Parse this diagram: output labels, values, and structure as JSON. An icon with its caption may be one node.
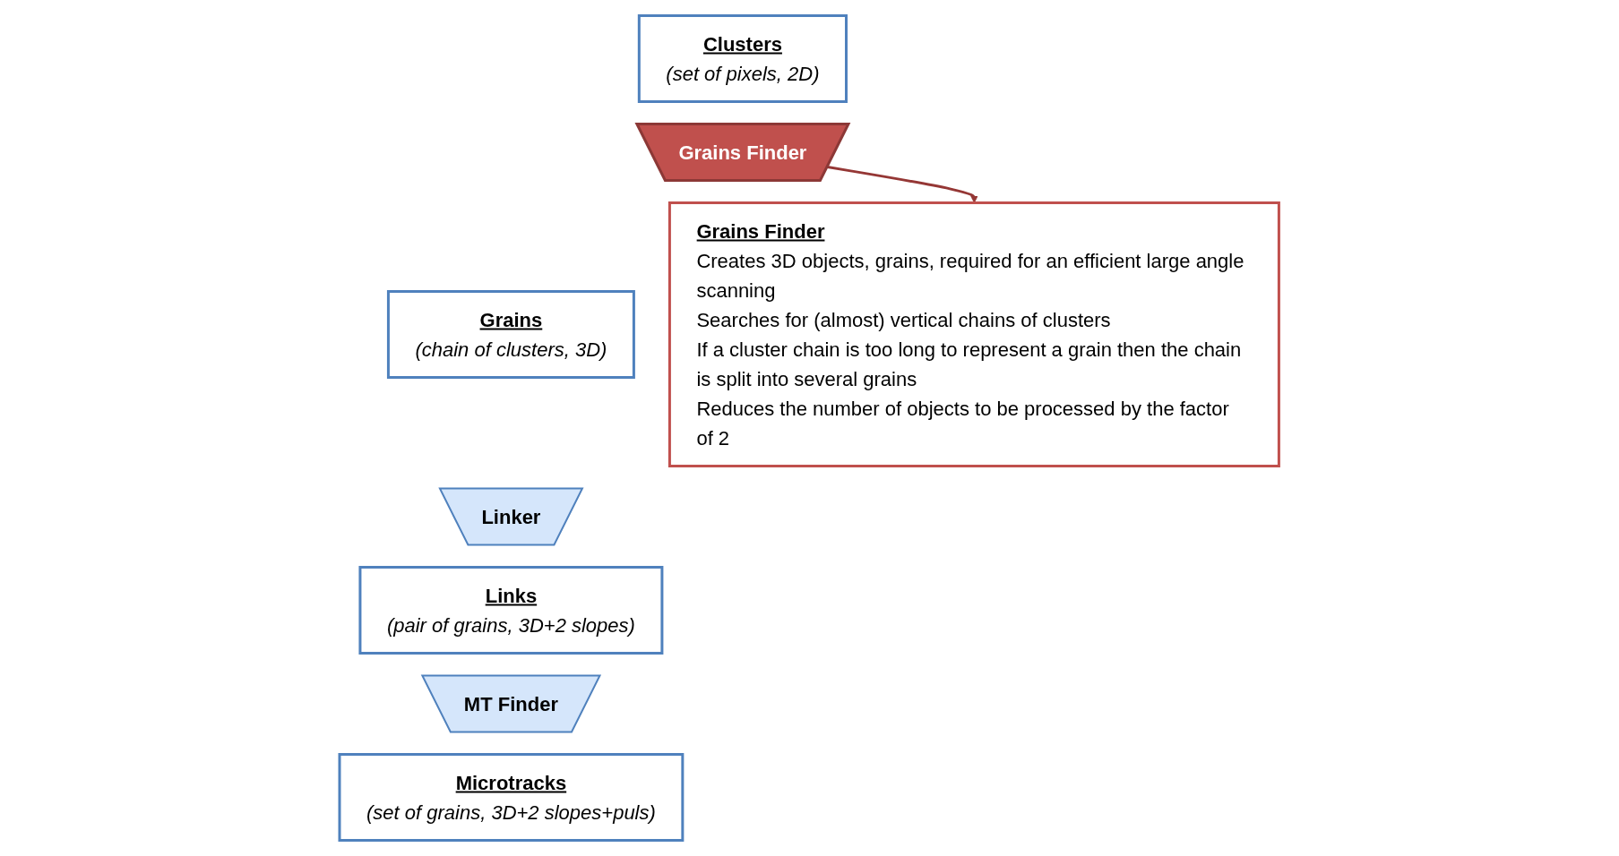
{
  "diagram": {
    "nodes": [
      {
        "text": [
          "Clusters",
          "(set of pixels, 2D)"
        ]
      },
      {
        "text": [
          "Grains Finder"
        ]
      },
      {
        "text": [
          "Grains",
          "(chain of clusters, 3D)"
        ]
      },
      {
        "text": [
          "Linker"
        ]
      },
      {
        "text": [
          "Links",
          "(pair of grains, 3D+2 slopes)"
        ]
      },
      {
        "text": [
          "MT Finder"
        ]
      },
      {
        "text": [
          "Microtracks",
          "(set of grains, 3D+2 slopes+puls)"
        ]
      },
      {
        "text": [
          "Grains Finder",
          "Creates 3D objects, grains, required for an efficient large angle scanning",
          "Searches for (almost) vertical chains of clusters",
          "If a cluster chain is too long to represent a grain then the chain is split into several grains",
          "Reduces the number of objects to be processed by the factor of 2"
        ]
      }
    ],
    "edges": [
      {
        "from": 1,
        "to": 7,
        "arrow": "to",
        "color": "#953735"
      }
    ]
  }
}
